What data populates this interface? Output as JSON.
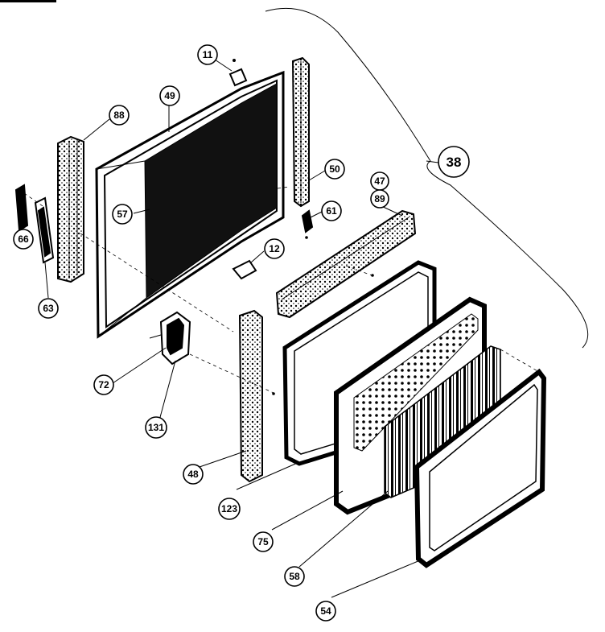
{
  "callouts": {
    "c11": "11",
    "c49": "49",
    "c88": "88",
    "c57": "57",
    "c66": "66",
    "c63": "63",
    "c50": "50",
    "c47": "47",
    "c89": "89",
    "c61": "61",
    "c12": "12",
    "c38": "38",
    "c72": "72",
    "c131": "131",
    "c48": "48",
    "c123": "123",
    "c75": "75",
    "c58": "58",
    "c54": "54"
  },
  "colors": {
    "ink": "#000000",
    "paper": "#ffffff"
  }
}
